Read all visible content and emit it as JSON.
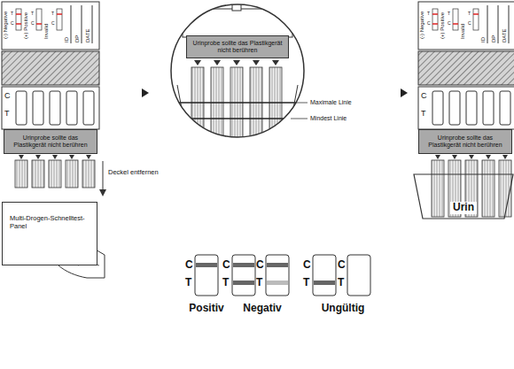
{
  "diagram": {
    "nodes": [
      {
        "text": [
          "Urinprobe sollte das Plastikgerät nicht berühren"
        ]
      },
      {
        "text": [
          "Multi-Drogen-Schnelltest-Panel"
        ]
      },
      {
        "text": [
          "Urinprobe sollte das Plastikgerät nicht berühren"
        ]
      },
      {
        "text": [
          "Urinprobe sollte das Plastikgerät nicht berühren"
        ]
      },
      {
        "text": [
          "Urin"
        ]
      }
    ],
    "labels": [
      "(-) Negative",
      "C",
      "T",
      "(+) Positive",
      "C",
      "T",
      "Invalid",
      "C",
      "T",
      "ID",
      "DP",
      "DATE",
      "C",
      "T",
      "Deckel entfernen",
      "Maximale Linie",
      "Mindest Linie",
      "(-) Negative",
      "C",
      "T",
      "(+) Positive",
      "C",
      "T",
      "Invalid",
      "C",
      "T",
      "ID",
      "DP",
      "DATE",
      "C",
      "T",
      "C",
      "T",
      "C",
      "T",
      "C",
      "T",
      "C",
      "T",
      "C",
      "T",
      "Positiv",
      "Negativ",
      "Ungültig"
    ]
  }
}
